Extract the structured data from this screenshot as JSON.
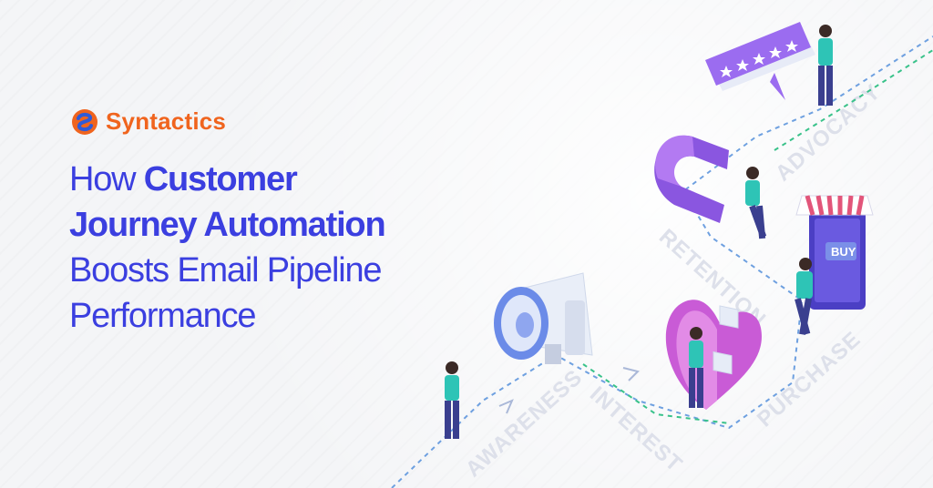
{
  "brand": {
    "name": "Syntactics",
    "colors": {
      "primary": "#f0641e",
      "secondary": "#2f5bd8"
    }
  },
  "headline": {
    "line1_regular": "How ",
    "line1_bold": "Customer",
    "line2_bold": "Journey Automation",
    "line3": "Boosts Email Pipeline",
    "line4": "Performance",
    "color": "#3b3fe0"
  },
  "funnel": {
    "stages": [
      "AWARENESS",
      "INTEREST",
      "PURCHASE",
      "RETENTION",
      "ADVOCACY"
    ],
    "buy_sign": "BUY",
    "rating_stars": 5
  }
}
